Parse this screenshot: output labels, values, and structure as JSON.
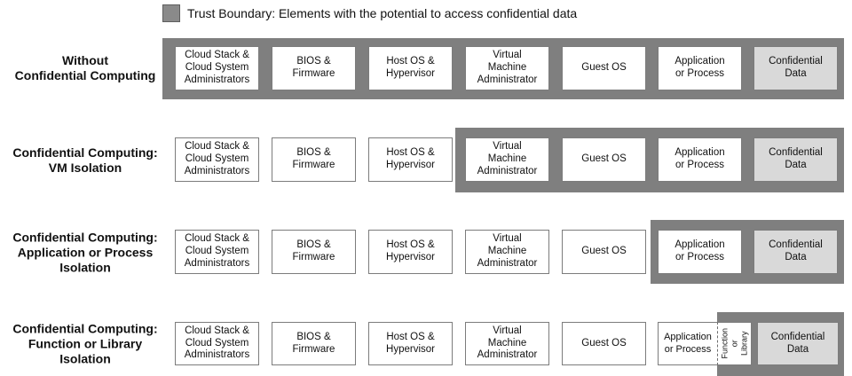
{
  "legend": {
    "label": "Trust Boundary: Elements with the potential to access confidential data",
    "swatch_color": "#8a8a8a"
  },
  "columns": [
    "Cloud Stack &\nCloud System\nAdministrators",
    "BIOS &\nFirmware",
    "Host OS &\nHypervisor",
    "Virtual\nMachine\nAdministrator",
    "Guest OS",
    "Application\nor Process",
    "Confidential\nData"
  ],
  "rows": [
    {
      "label": "Without\nConfidential Computing",
      "boundary_starts_at": "Cloud Stack & Cloud System Administrators"
    },
    {
      "label": "Confidential Computing:\nVM Isolation",
      "boundary_starts_at": "Virtual Machine Administrator"
    },
    {
      "label": "Confidential Computing:\nApplication or Process\nIsolation",
      "boundary_starts_at": "Application or Process"
    },
    {
      "label": "Confidential Computing:\nFunction or Library\nIsolation",
      "boundary_starts_at": "Function or Library",
      "inset_box": "Function\nor Library"
    }
  ],
  "colors": {
    "trust_boundary": "#7f7f7f",
    "confidential_fill": "#d9d9d9",
    "box_border": "#7c7c7c",
    "text": "#111111"
  }
}
